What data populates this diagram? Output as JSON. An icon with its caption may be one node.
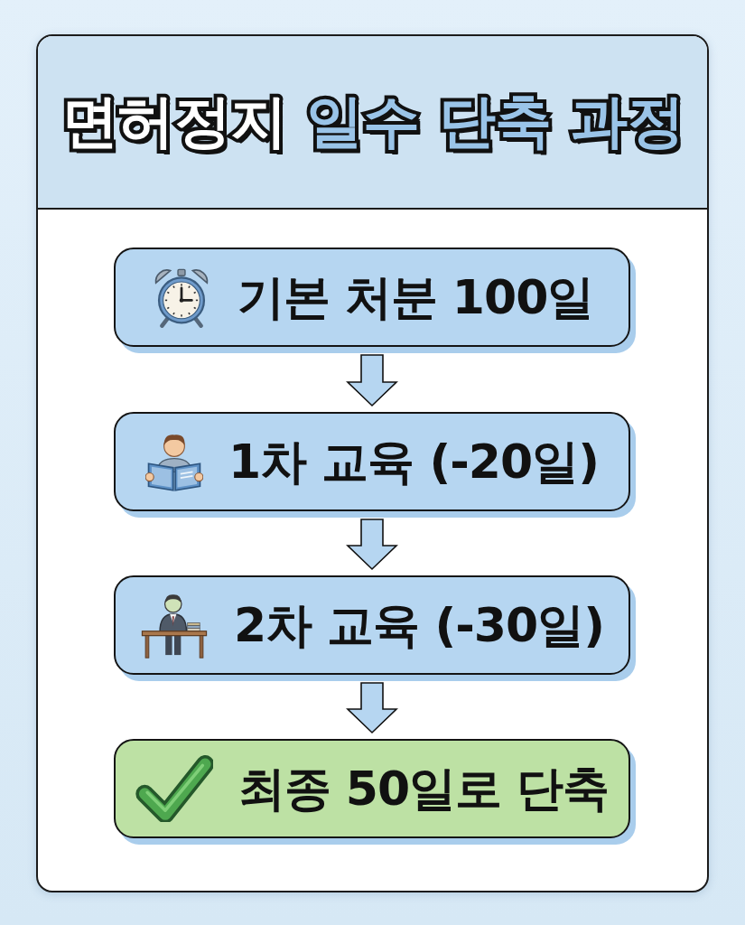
{
  "diagram": {
    "nodes": [
      {
        "text": [
          "면허정지 일수 단축 과정"
        ]
      },
      {
        "text": [
          "기본 처분 100일"
        ],
        "in": 0
      },
      {
        "text": [
          "1차 교육 (-20일)"
        ],
        "in": 0
      },
      {
        "text": [
          "2차 교육 (-30일)"
        ],
        "in": 0
      },
      {
        "text": [
          "최종 50일로 단축"
        ],
        "in": 0
      }
    ],
    "edges": [
      {
        "from": 1,
        "to": 2,
        "arrow": "to"
      },
      {
        "from": 2,
        "to": 3,
        "arrow": "to"
      },
      {
        "from": 3,
        "to": 4,
        "arrow": "to"
      }
    ]
  }
}
